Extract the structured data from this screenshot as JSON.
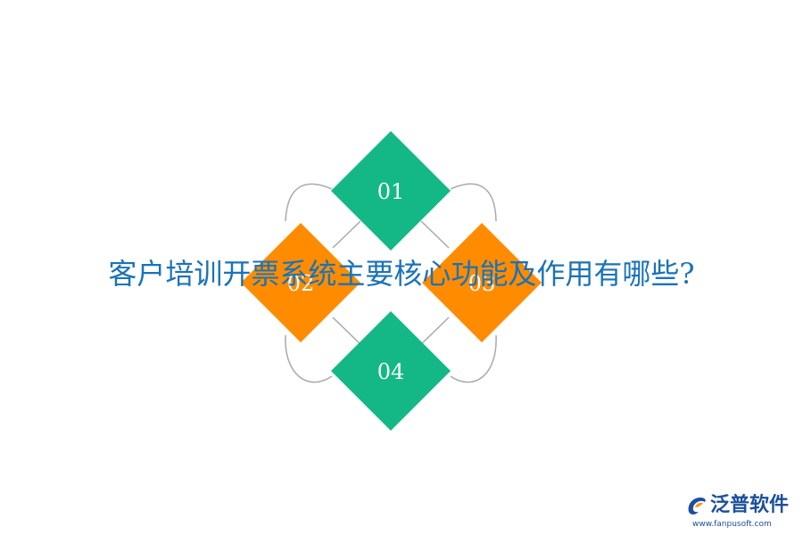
{
  "title": "客户培训开票系统主要核心功能及作用有哪些?",
  "diagram": {
    "items": [
      {
        "label": "01",
        "color": "#14b886"
      },
      {
        "label": "02",
        "color": "#ff8c00"
      },
      {
        "label": "03",
        "color": "#ff8c00"
      },
      {
        "label": "04",
        "color": "#14b886"
      }
    ],
    "connector_color": "#a9a9a9"
  },
  "brand": {
    "name": "泛普软件",
    "url": "www.fanpusoft.com",
    "icon": "fanpu-logo-icon",
    "colors": {
      "primary": "#1c4f9c",
      "accent": "#f39a1e"
    }
  }
}
